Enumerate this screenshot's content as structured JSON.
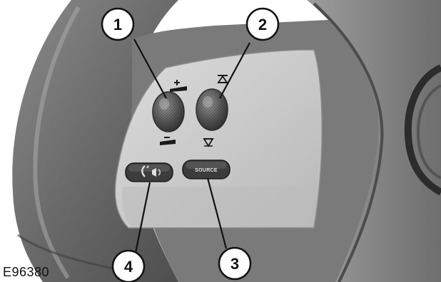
{
  "figure_id": "E96380",
  "callouts": [
    "1",
    "2",
    "3",
    "4"
  ],
  "source_button_label": "SOURCE",
  "colors": {
    "wheel_rim": "#6f6f6f",
    "wheel_rim_light": "#9a9a9a",
    "panel": "#cfcfcf",
    "hub": "#8e8e8e",
    "roller": "#5a5a5a",
    "button_body": "#3a3a3a",
    "callout_fill": "#ffffff",
    "callout_stroke": "#111111"
  },
  "icons": {
    "volume_up": "plus-speaker-icon",
    "volume_down": "minus-speaker-icon",
    "seek_up": "up-triangle-icon",
    "seek_down": "down-triangle-icon",
    "phone_voice": "phone-voice-icon"
  }
}
